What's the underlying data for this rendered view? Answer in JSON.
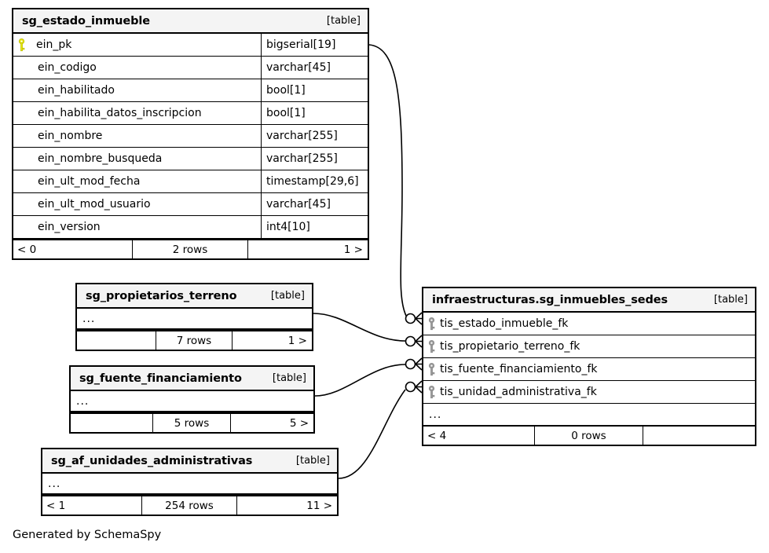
{
  "caption": "Generated by SchemaSpy",
  "kind_label": "[table]",
  "ellipsis": "...",
  "colors": {
    "primary_key_icon": "#e8e80f",
    "foreign_key_icon": "#9a9a9a",
    "header_background": "#f4f4f4",
    "border": "#000000",
    "page_background": "#ffffff"
  },
  "entities": {
    "estado_inmueble": {
      "name": "sg_estado_inmueble",
      "kind": "[table]",
      "columns": [
        {
          "name": "ein_pk",
          "type": "bigserial[19]",
          "key": "primary"
        },
        {
          "name": "ein_codigo",
          "type": "varchar[45]",
          "key": "none"
        },
        {
          "name": "ein_habilitado",
          "type": "bool[1]",
          "key": "none"
        },
        {
          "name": "ein_habilita_datos_inscripcion",
          "type": "bool[1]",
          "key": "none"
        },
        {
          "name": "ein_nombre",
          "type": "varchar[255]",
          "key": "none"
        },
        {
          "name": "ein_nombre_busqueda",
          "type": "varchar[255]",
          "key": "none"
        },
        {
          "name": "ein_ult_mod_fecha",
          "type": "timestamp[29,6]",
          "key": "none"
        },
        {
          "name": "ein_ult_mod_usuario",
          "type": "varchar[45]",
          "key": "none"
        },
        {
          "name": "ein_version",
          "type": "int4[10]",
          "key": "none"
        }
      ],
      "footer": {
        "left": "< 0",
        "center": "2 rows",
        "right": "1 >"
      }
    },
    "propietarios_terreno": {
      "name": "sg_propietarios_terreno",
      "kind": "[table]",
      "columns": [],
      "footer": {
        "left": "",
        "center": "7 rows",
        "right": "1 >"
      }
    },
    "fuente_financiamiento": {
      "name": "sg_fuente_financiamiento",
      "kind": "[table]",
      "columns": [],
      "footer": {
        "left": "",
        "center": "5 rows",
        "right": "5 >"
      }
    },
    "unidades_administrativas": {
      "name": "sg_af_unidades_administrativas",
      "kind": "[table]",
      "columns": [],
      "footer": {
        "left": "< 1",
        "center": "254 rows",
        "right": "11 >"
      }
    },
    "inmuebles_sedes": {
      "name": "infraestructuras.sg_inmuebles_sedes",
      "kind": "[table]",
      "columns": [
        {
          "name": "tis_estado_inmueble_fk",
          "type": "",
          "key": "foreign"
        },
        {
          "name": "tis_propietario_terreno_fk",
          "type": "",
          "key": "foreign"
        },
        {
          "name": "tis_fuente_financiamiento_fk",
          "type": "",
          "key": "foreign"
        },
        {
          "name": "tis_unidad_administrativa_fk",
          "type": "",
          "key": "foreign"
        }
      ],
      "footer": {
        "left": "< 4",
        "center": "0 rows",
        "right": ""
      }
    }
  },
  "relationships": [
    {
      "from": "sg_estado_inmueble.ein_pk",
      "to": "infraestructuras.sg_inmuebles_sedes.tis_estado_inmueble_fk",
      "cardinality": "zero-or-many"
    },
    {
      "from": "sg_propietarios_terreno",
      "to": "infraestructuras.sg_inmuebles_sedes.tis_propietario_terreno_fk",
      "cardinality": "zero-or-many"
    },
    {
      "from": "sg_fuente_financiamiento",
      "to": "infraestructuras.sg_inmuebles_sedes.tis_fuente_financiamiento_fk",
      "cardinality": "zero-or-many"
    },
    {
      "from": "sg_af_unidades_administrativas",
      "to": "infraestructuras.sg_inmuebles_sedes.tis_unidad_administrativa_fk",
      "cardinality": "zero-or-many"
    }
  ]
}
